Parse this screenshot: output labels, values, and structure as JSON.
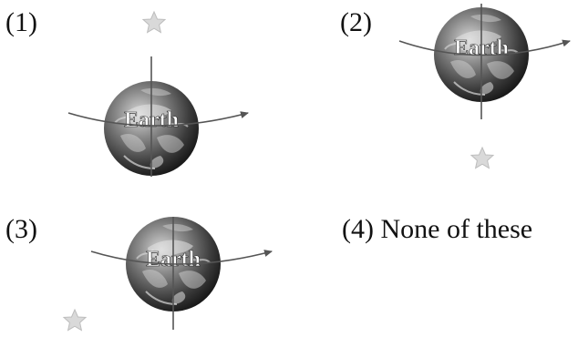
{
  "options": [
    {
      "label": "(1)",
      "earth_text": "Earth"
    },
    {
      "label": "(2)",
      "earth_text": "Earth"
    },
    {
      "label": "(3)",
      "earth_text": "Earth"
    },
    {
      "label": "(4)  None of these"
    }
  ],
  "colors": {
    "star": "#d9d9d9",
    "axis": "#555555",
    "orbit": "#555555",
    "earth_dark": "#1a1a1a",
    "earth_light": "#bdbdbd"
  },
  "icons": [
    "star-icon",
    "earth-icon",
    "orbit-arrow-icon"
  ]
}
